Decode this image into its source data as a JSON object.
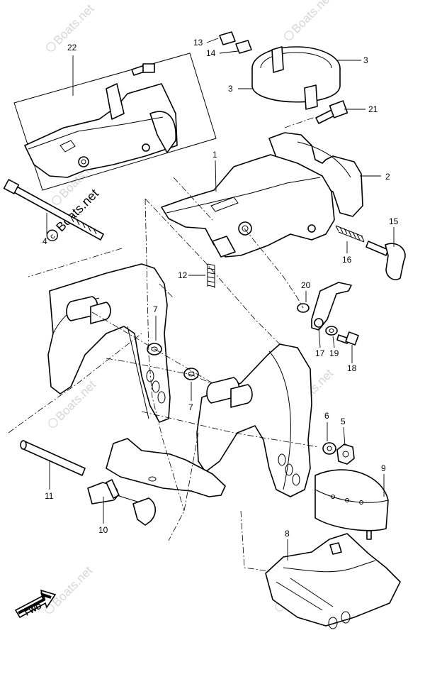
{
  "watermark": {
    "text": "Boats.net",
    "prominent_text": "Boats.net"
  },
  "fwd_label": "FWD",
  "callouts": [
    {
      "id": "13",
      "text": "13"
    },
    {
      "id": "14",
      "text": "14"
    },
    {
      "id": "3a",
      "text": "3"
    },
    {
      "id": "3b",
      "text": "3"
    },
    {
      "id": "21",
      "text": "21"
    },
    {
      "id": "22",
      "text": "22"
    },
    {
      "id": "1",
      "text": "1"
    },
    {
      "id": "2",
      "text": "2"
    },
    {
      "id": "4",
      "text": "4"
    },
    {
      "id": "15",
      "text": "15"
    },
    {
      "id": "16",
      "text": "16"
    },
    {
      "id": "12",
      "text": "12"
    },
    {
      "id": "20",
      "text": "20"
    },
    {
      "id": "7a",
      "text": "7"
    },
    {
      "id": "7b",
      "text": "7"
    },
    {
      "id": "17",
      "text": "17"
    },
    {
      "id": "19",
      "text": "19"
    },
    {
      "id": "18",
      "text": "18"
    },
    {
      "id": "6",
      "text": "6"
    },
    {
      "id": "5",
      "text": "5"
    },
    {
      "id": "9",
      "text": "9"
    },
    {
      "id": "11",
      "text": "11"
    },
    {
      "id": "10",
      "text": "10"
    },
    {
      "id": "8",
      "text": "8"
    }
  ]
}
